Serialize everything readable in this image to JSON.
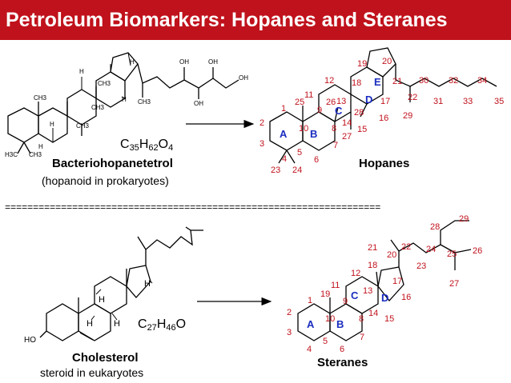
{
  "title": "Petroleum Biomarkers: Hopanes and Steranes",
  "separator": "===================================================================",
  "hopanoid": {
    "atom_labels": {
      "h1": "H",
      "h2": "H",
      "h3": "H",
      "h4": "H",
      "h5": "H",
      "ch3_a": "CH3",
      "ch3_b": "CH3",
      "ch3_c": "CH3",
      "ch3_d": "CH3",
      "ch3_e": "CH3",
      "h3c": "H3C",
      "ch3_f": "CH3",
      "oh1": "OH",
      "oh2": "OH",
      "oh3": "OH",
      "oh4": "OH"
    },
    "formula": {
      "c": "C",
      "cn": "35",
      "h": "H",
      "hn": "62",
      "o": "O",
      "on": "4"
    },
    "name": "Bacteriohopanetetrol",
    "description": "(hopanoid in prokaryotes)"
  },
  "hopanes": {
    "name": "Hopanes",
    "rings": [
      "A",
      "B",
      "C",
      "D",
      "E"
    ],
    "numbers": [
      "1",
      "2",
      "3",
      "4",
      "5",
      "6",
      "7",
      "8",
      "9",
      "10",
      "11",
      "12",
      "13",
      "14",
      "15",
      "16",
      "17",
      "18",
      "19",
      "20",
      "21",
      "22",
      "23",
      "24",
      "25",
      "26",
      "27",
      "28",
      "29",
      "30",
      "31",
      "32",
      "33",
      "34",
      "35"
    ]
  },
  "cholesterol": {
    "atom_labels": {
      "ho": "HO",
      "h1": "H",
      "h2": "H",
      "h3": "H",
      "h4": "H"
    },
    "formula": {
      "c": "C",
      "cn": "27",
      "h": "H",
      "hn": "46",
      "o": "O"
    },
    "name": "Cholesterol",
    "description": "steroid in eukaryotes"
  },
  "steranes": {
    "name": "Steranes",
    "rings": [
      "A",
      "B",
      "C",
      "D"
    ],
    "numbers": [
      "1",
      "2",
      "3",
      "4",
      "5",
      "6",
      "7",
      "8",
      "9",
      "10",
      "11",
      "12",
      "13",
      "14",
      "15",
      "16",
      "17",
      "18",
      "19",
      "20",
      "21",
      "22",
      "23",
      "24",
      "25",
      "26",
      "27",
      "28",
      "29"
    ]
  }
}
